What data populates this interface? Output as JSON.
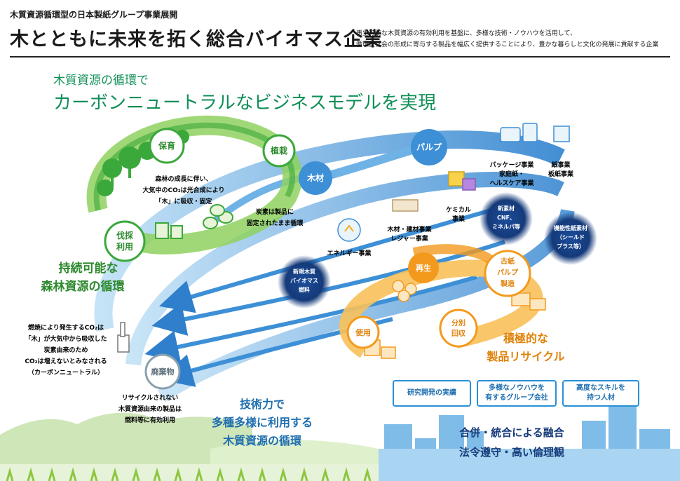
{
  "header": {
    "subtitle": "木質資源循環型の日本製紙グループ事業展開",
    "title": "木とともに未来を拓く総合バイオマス企業",
    "description_line1": "再生可能な木質資源の有効利用を基盤に、多様な技術・ノウハウを活用して、",
    "description_line2": "循環型社会の形成に寄与する製品を幅広く提供することにより、豊かな暮らしと文化の発展に貢献する企業"
  },
  "lead": {
    "line1": "木質資源の循環で",
    "line2": "カーボンニュートラルなビジネスモデルを実現"
  },
  "forest_cycle": {
    "node_hoiku": "保育",
    "node_shokusai": "植栽",
    "node_bassai_1": "伐採",
    "node_bassai_2": "利用",
    "note_line1": "森林の成長に伴い、",
    "note_line2": "大気中のCO₂は光合成により",
    "note_line3": "「木」に吸収・固定",
    "note_fixed_1": "炭素は製品に",
    "note_fixed_2": "固定されたまま循環",
    "caption_1": "持続可能な",
    "caption_2": "森林資源の循環"
  },
  "business": {
    "mokuzai": "木材",
    "pulp": "パルプ",
    "package_1": "パッケージ事業",
    "package_2": "家庭紙・",
    "package_3": "ヘルスケア事業",
    "paper_1": "紙事業",
    "paper_2": "板紙事業",
    "chemical_1": "ケミカル",
    "chemical_2": "事業",
    "lumber_1": "木材・建材事業",
    "lumber_2": "レジャー事業",
    "energy": "エネルギー事業",
    "newmat_1": "新素材",
    "newmat_2": "CNF、",
    "newmat_3": "ミネルパ等",
    "func_1": "機能性紙素材",
    "func_2": "（シールド",
    "func_3": "プラス等）",
    "bio_1": "新規木質",
    "bio_2": "バイオマス",
    "bio_3": "燃料"
  },
  "recycle": {
    "saisei": "再生",
    "koshi_1": "古紙",
    "koshi_2": "パルプ",
    "koshi_3": "製造",
    "shiyo": "使用",
    "bunbetsu_1": "分別",
    "bunbetsu_2": "回収",
    "caption_1": "積極的な",
    "caption_2": "製品リサイクル"
  },
  "waste": {
    "node": "廃棄物",
    "note_1": "リサイクルされない",
    "note_2": "木質資源由来の製品は",
    "note_3": "燃料等に有効利用"
  },
  "carbon_note": {
    "line1": "燃焼により発生するCO₂は",
    "line2": "「木」が大気中から吸収した",
    "line3": "炭素由来のため",
    "line4": "CO₂は増えないとみなされる",
    "line5": "（カーボンニュートラル）"
  },
  "tech_caption": {
    "line1": "技術力で",
    "line2": "多種多様に利用する",
    "line3": "木質資源の循環"
  },
  "strengths": {
    "box1": "研究開発の実績",
    "box2_1": "多様なノウハウを",
    "box2_2": "有するグループ会社",
    "box3_1": "高度なスキルを",
    "box3_2": "持つ人材",
    "fusion": "合併・統合による融合",
    "ethics": "法令遵守・高い倫理観"
  },
  "colors": {
    "forest_green": "#3aa83a",
    "lead_green": "#0f8f57",
    "flow_blue": "#3d8fd6",
    "navy": "#153a7a",
    "recycle_orange": "#f39a1e",
    "strength_blue": "#1f6fb0"
  }
}
